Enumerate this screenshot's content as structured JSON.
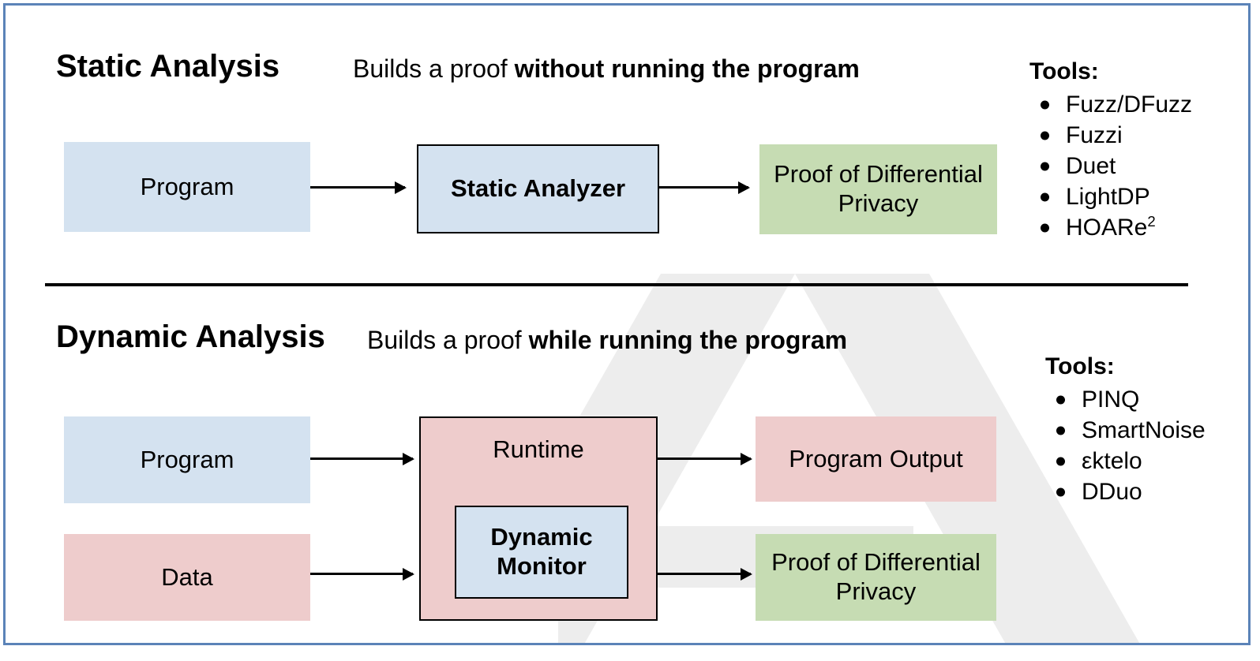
{
  "figure": {
    "static_section": {
      "title": "Static Analysis",
      "subtitle_plain": "Builds a proof ",
      "subtitle_bold": "without running the program",
      "tools_heading": "Tools:",
      "tools": [
        "Fuzz/DFuzz",
        "Fuzzi",
        "Duet",
        "LightDP",
        "HOARe"
      ],
      "tools_last_superscript": "2",
      "boxes": {
        "input": "Program",
        "processor": "Static Analyzer",
        "output_line1": "Proof of Differential",
        "output_line2": "Privacy"
      }
    },
    "dynamic_section": {
      "title": "Dynamic Analysis",
      "subtitle_plain": "Builds a proof ",
      "subtitle_bold": "while running the program",
      "tools_heading": "Tools:",
      "tools": [
        "PINQ",
        "SmartNoise",
        "εktelo",
        "DDuo"
      ],
      "boxes": {
        "input_program": "Program",
        "input_data": "Data",
        "runtime": "Runtime",
        "monitor_line1": "Dynamic",
        "monitor_line2": "Monitor",
        "output_program": "Program Output",
        "output_proof_line1": "Proof of Differential",
        "output_proof_line2": "Privacy"
      }
    },
    "colors": {
      "fill_blue": "#d4e2f0",
      "fill_green": "#c6dcb3",
      "fill_pink": "#eecccc",
      "frame_blue": "#5b83b8",
      "stroke_black": "#000000",
      "watermark_gray": "#ededed"
    }
  }
}
